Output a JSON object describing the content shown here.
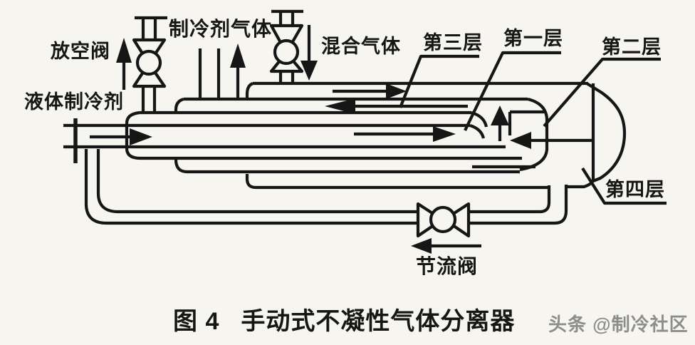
{
  "diagram": {
    "type": "technical-line-diagram",
    "colors": {
      "paper": "#f7f5f0",
      "ink": "#161616",
      "watermark": "#8d8d8d"
    },
    "labels": {
      "vent_valve": "放空阀",
      "refrigerant_gas": "制冷剂气体",
      "mixed_gas": "混合气体",
      "layer_3": "第三层",
      "layer_1": "第一层",
      "layer_2": "第二层",
      "liquid_refrigerant": "液体制冷剂",
      "layer_4": "第四层",
      "throttle_valve": "节流阀"
    },
    "caption": {
      "figure_no": "图 4",
      "title": "手动式不凝性气体分离器"
    },
    "watermark": {
      "text": "头条 @制冷社区"
    }
  }
}
